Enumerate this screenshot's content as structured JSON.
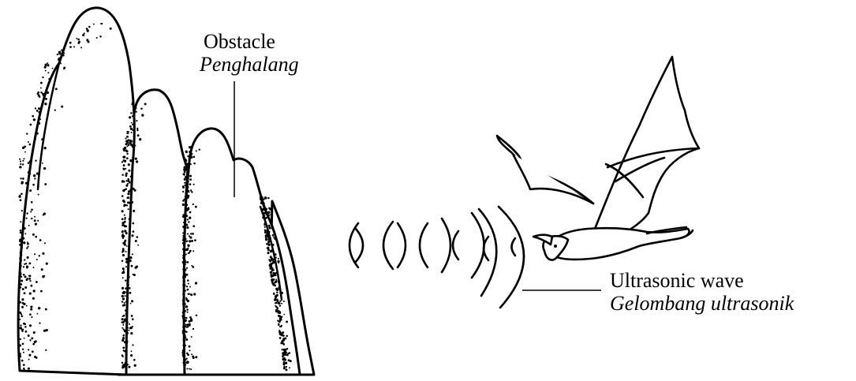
{
  "colors": {
    "ink": "#000000",
    "background": "#ffffff"
  },
  "labels": {
    "obstacle_en": "Obstacle",
    "obstacle_ms": "Penghalang",
    "wave_en": "Ultrasonic wave",
    "wave_ms": "Gelombang ultrasonik"
  },
  "figures": {
    "obstacle": "stippled rock pillars",
    "animal": "bat",
    "waves": "pairs of arcs emitted from the bat toward the obstacle"
  }
}
